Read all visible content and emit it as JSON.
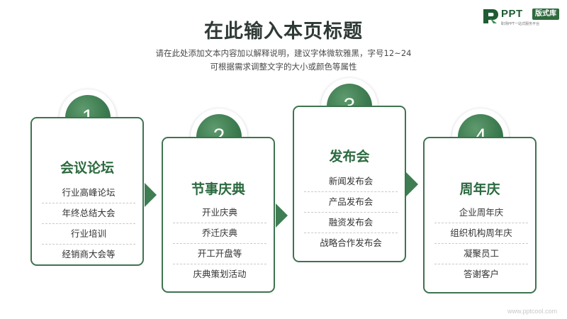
{
  "logo": {
    "brand": "PPT",
    "badge": "版式库",
    "tagline": "职场PPT一站式服务平台"
  },
  "title": "在此输入本页标题",
  "subtitle_line1": "请在此处添加文本内容加以解释说明，建议字体微软雅黑，字号12~24",
  "subtitle_line2": "可根据需求调整文字的大小或颜色等属性",
  "colors": {
    "accent": "#3e7350",
    "title_green": "#2b6a3f",
    "arrow": "#3f7d52"
  },
  "cards": [
    {
      "number": "1",
      "title": "会议论坛",
      "items": [
        "行业高峰论坛",
        "年终总结大会",
        "行业培训",
        "经销商大会等"
      ]
    },
    {
      "number": "2",
      "title": "节事庆典",
      "items": [
        "开业庆典",
        "乔迁庆典",
        "开工开盘等",
        "庆典策划活动"
      ]
    },
    {
      "number": "3",
      "title": "发布会",
      "items": [
        "新闻发布会",
        "产品发布会",
        "融资发布会",
        "战略合作发布会"
      ]
    },
    {
      "number": "4",
      "title": "周年庆",
      "items": [
        "企业周年庆",
        "组织机构周年庆",
        "凝聚员工",
        "答谢客户"
      ]
    }
  ],
  "watermark": "www.pptcool.com"
}
